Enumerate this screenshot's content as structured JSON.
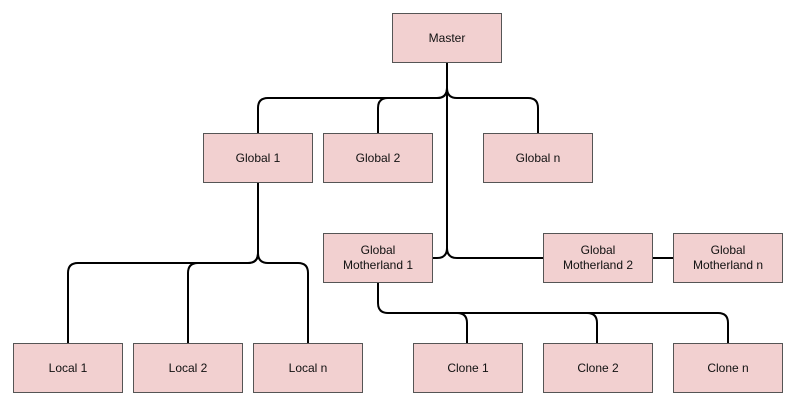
{
  "diagram": {
    "colors": {
      "node_fill": "#f2d0d0",
      "node_border": "#555555",
      "connector": "#000000"
    },
    "nodes": {
      "master": "Master",
      "global_1": "Global 1",
      "global_2": "Global 2",
      "global_n": "Global n",
      "global_motherland_1": "Global\nMotherland 1",
      "global_motherland_2": "Global\nMotherland 2",
      "global_motherland_n": "Global\nMotherland n",
      "local_1": "Local 1",
      "local_2": "Local 2",
      "local_n": "Local n",
      "clone_1": "Clone 1",
      "clone_2": "Clone 2",
      "clone_n": "Clone n"
    }
  }
}
